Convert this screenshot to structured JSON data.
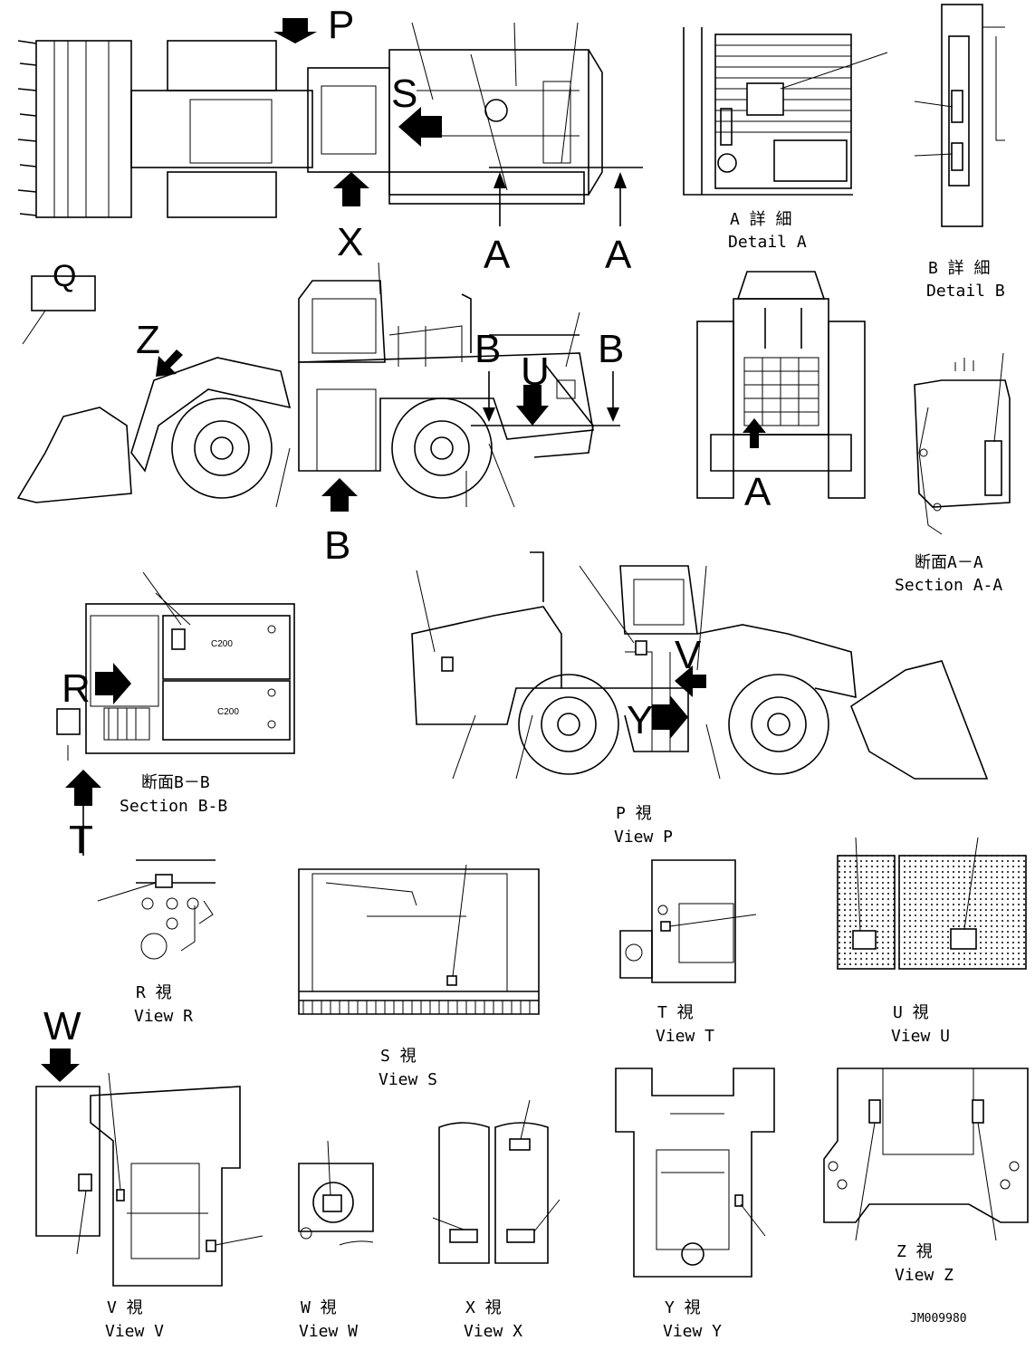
{
  "letters": {
    "P": "P",
    "S": "S",
    "X": "X",
    "A": "A",
    "Q": "Q",
    "Z": "Z",
    "B": "B",
    "U": "U",
    "R": "R",
    "T": "T",
    "V": "V",
    "Y": "Y",
    "W": "W"
  },
  "captions": {
    "detail_a_jp": "A 詳 細",
    "detail_a_en": "Detail A",
    "detail_b_jp": "B 詳 細",
    "detail_b_en": "Detail B",
    "section_aa_jp": "断面A－A",
    "section_aa_en": "Section A-A",
    "section_bb_jp": "断面B－B",
    "section_bb_en": "Section B-B",
    "view_p_jp": "P 視",
    "view_p_en": "View P",
    "view_r_jp": "R 視",
    "view_r_en": "View R",
    "view_s_jp": "S 視",
    "view_s_en": "View S",
    "view_t_jp": "T 視",
    "view_t_en": "View T",
    "view_u_jp": "U 視",
    "view_u_en": "View U",
    "view_v_jp": "V 視",
    "view_v_en": "View V",
    "view_w_jp": "W 視",
    "view_w_en": "View W",
    "view_x_jp": "X 視",
    "view_x_en": "View X",
    "view_y_jp": "Y 視",
    "view_y_en": "View Y",
    "view_z_jp": "Z 視",
    "view_z_en": "View Z"
  },
  "panel_labels": {
    "c200_upper": "C200",
    "c200_lower": "C200"
  },
  "drawing_code": "JM009980"
}
